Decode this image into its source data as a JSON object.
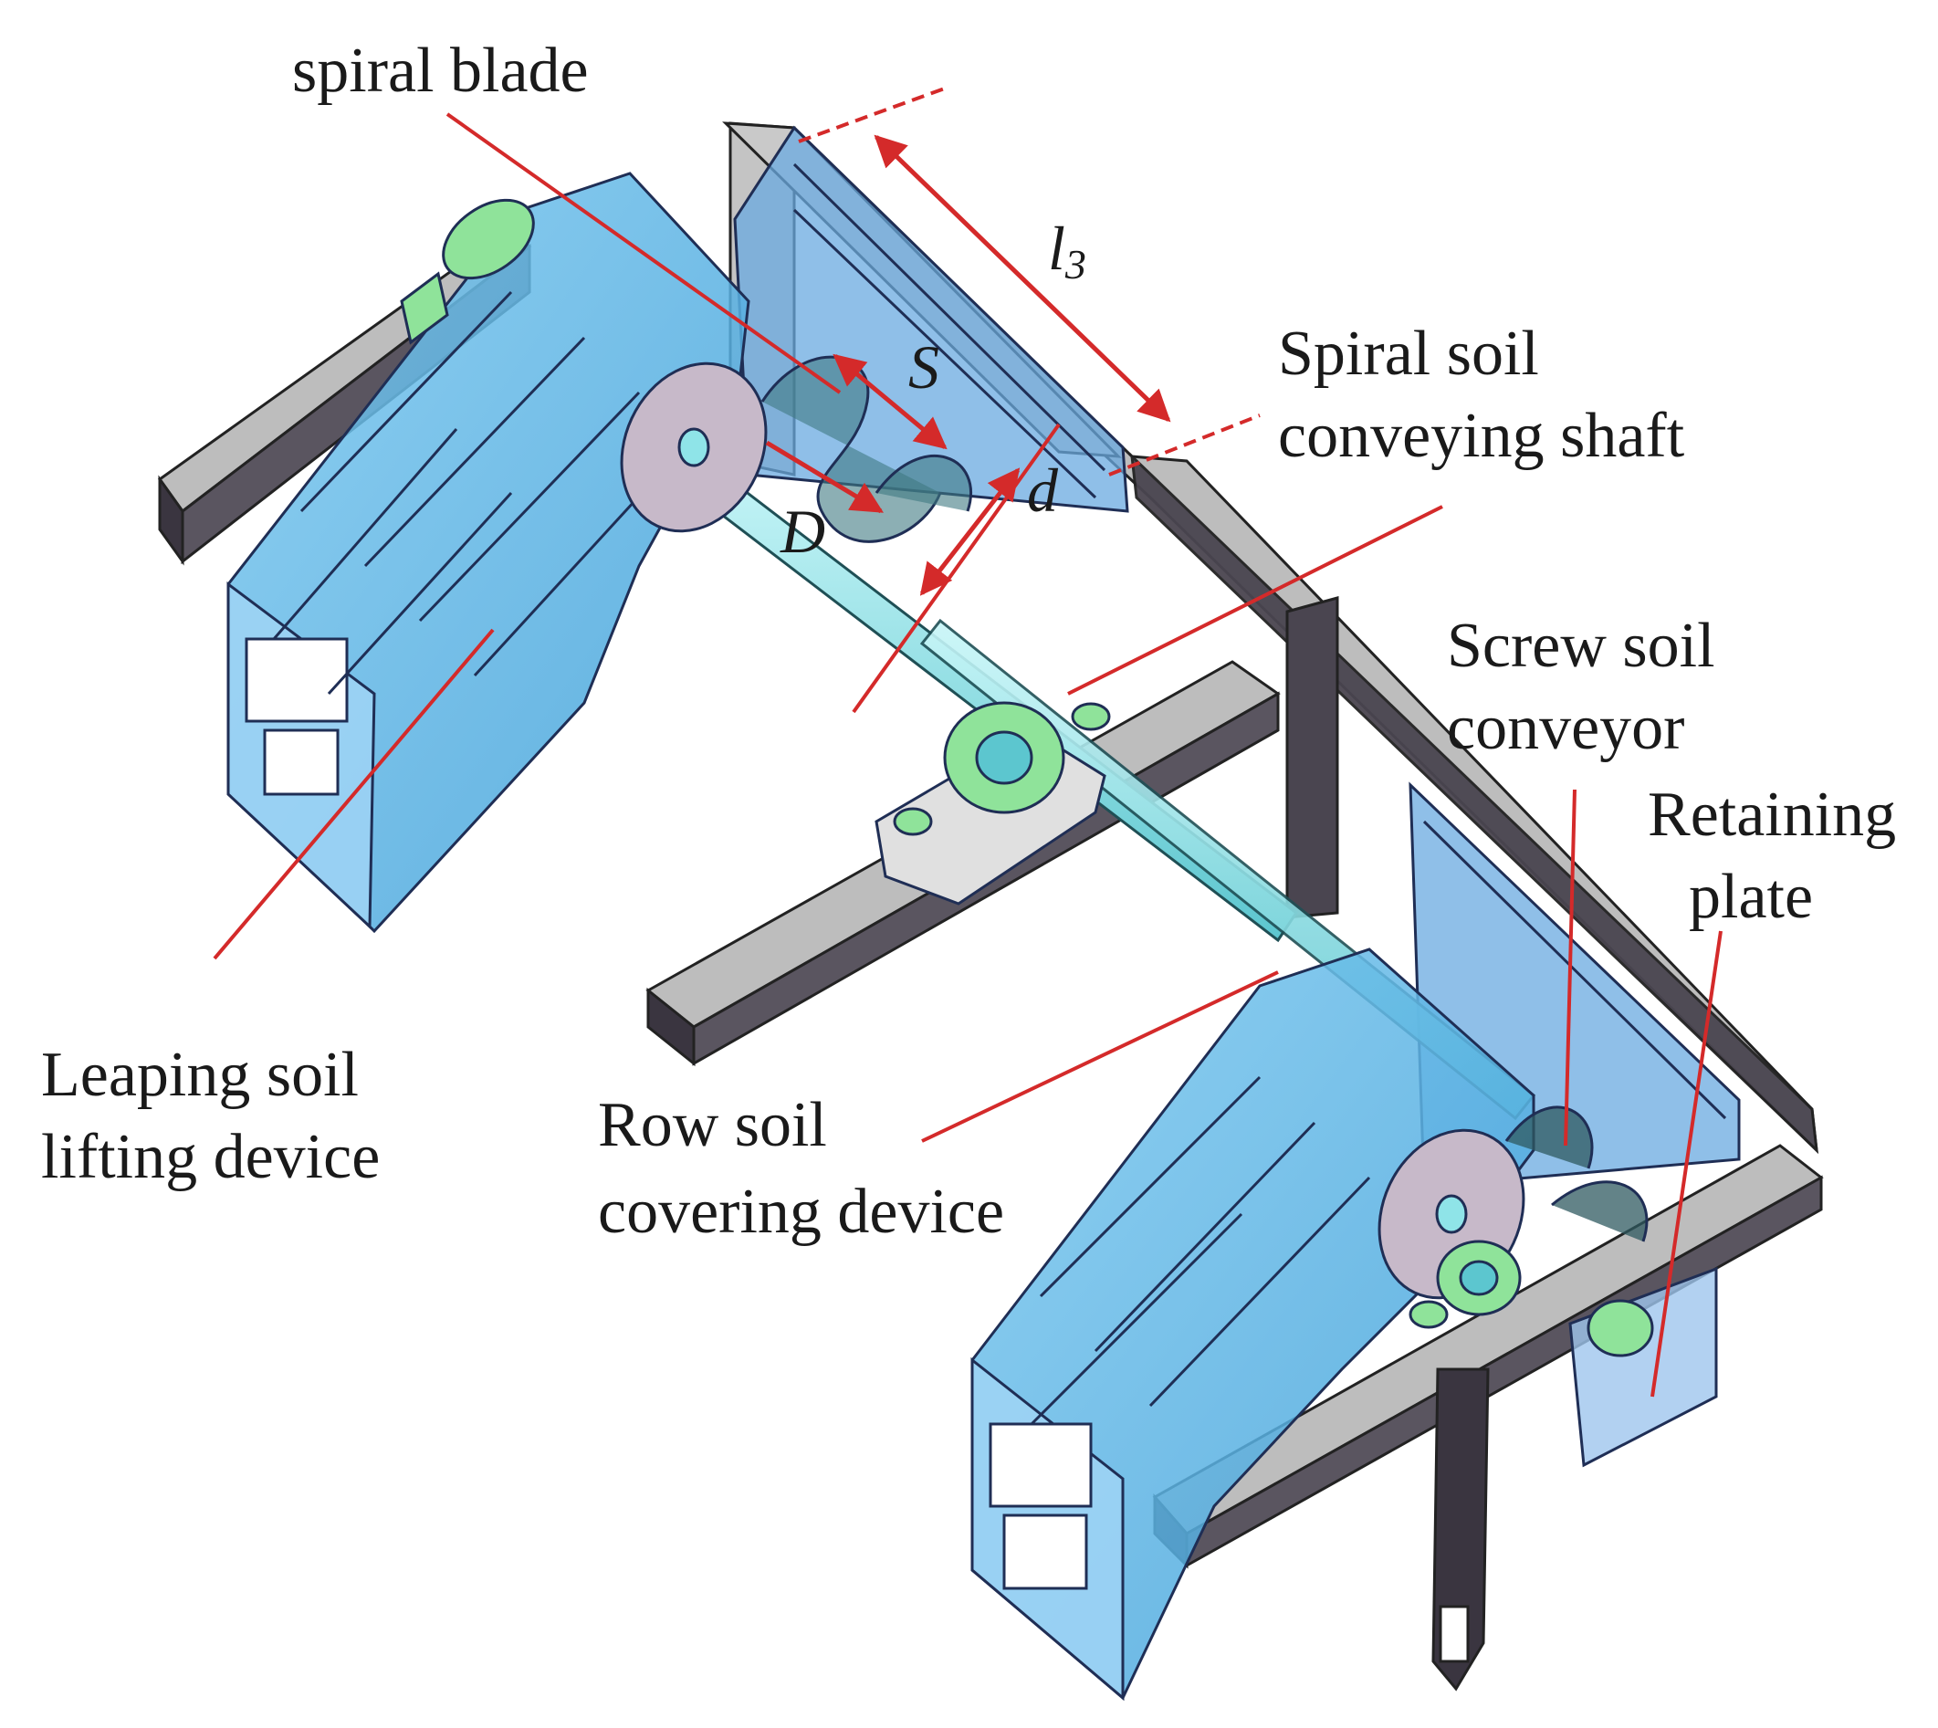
{
  "labels": {
    "spiral_blade": "spiral blade",
    "spiral_shaft_line1": "Spiral soil",
    "spiral_shaft_line2": "conveying shaft",
    "screw_conveyor_line1": "Screw soil",
    "screw_conveyor_line2": "conveyor",
    "retaining_plate_line1": "Retaining",
    "retaining_plate_line2": "plate",
    "leaping_line1": "Leaping soil",
    "leaping_line2": "lifting device",
    "row_soil_line1": "Row soil",
    "row_soil_line2": "covering device"
  },
  "dimensions": {
    "l3_symbol": "l",
    "l3_subscript": "3",
    "pitch_symbol": "S",
    "blade_diameter_symbol": "D",
    "shaft_diameter_symbol": "d"
  },
  "colors": {
    "frame_top": "#b8b8b8",
    "frame_side": "#3a3540",
    "housing_blue": "#5fb8e8",
    "shaft_cyan": "#8fe4e8",
    "bearing_green": "#8fe39a",
    "leader_red": "#d42a2a"
  }
}
